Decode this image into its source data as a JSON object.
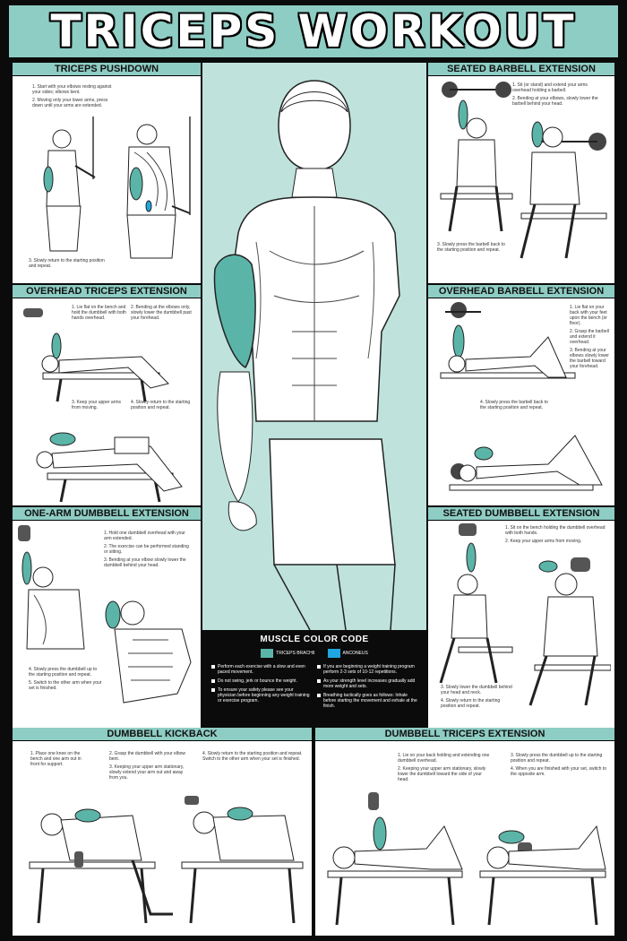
{
  "title": "TRICEPS WORKOUT",
  "colors": {
    "accent": "#8ecdc4",
    "triceps": "#5bb4a8",
    "anconeus": "#1fa6e0",
    "background": "#0b0b0b"
  },
  "panels": {
    "pushdown": {
      "title": "TRICEPS PUSHDOWN",
      "steps": [
        "1. Start with your elbows resting against your sides; elbows bent.",
        "2. Moving only your lower arms, press down until your arms are extended.",
        "3. Slowly return to the starting position and repeat."
      ]
    },
    "seated_barbell": {
      "title": "SEATED BARBELL EXTENSION",
      "steps": [
        "1. Sit (or stand) and extend your arms overhead holding a barbell.",
        "2. Bending at your elbows, slowly lower the barbell behind your head.",
        "3. Slowly press the barbell back to the starting position and repeat."
      ]
    },
    "overhead_triceps": {
      "title": "OVERHEAD TRICEPS EXTENSION",
      "steps": [
        "1. Lie flat on the bench and hold the dumbbell with both hands overhead.",
        "2. Bending at the elbows only, slowly lower the dumbbell past your forehead.",
        "3. Keep your upper arms from moving.",
        "4. Slowly return to the starting position and repeat."
      ]
    },
    "overhead_barbell": {
      "title": "OVERHEAD BARBELL EXTENSION",
      "steps": [
        "1. Lie flat on your back with your feet upon the bench (or floor).",
        "2. Grasp the barbell and extend it overhead.",
        "3. Bending at your elbows slowly lower the barbell toward your forehead.",
        "4. Slowly press the barbell back to the starting position and repeat."
      ]
    },
    "one_arm": {
      "title": "ONE-ARM DUMBBELL EXTENSION",
      "steps": [
        "1. Hold one dumbbell overhead with your arm extended.",
        "2. The exercise can be performed standing or sitting.",
        "3. Bending at your elbow slowly lower the dumbbell behind your head.",
        "4. Slowly press the dumbbell up to the starting position and repeat.",
        "5. Switch to the other arm when your set is finished."
      ]
    },
    "seated_dumbbell": {
      "title": "SEATED DUMBBELL EXTENSION",
      "steps": [
        "1. Sit on the bench holding the dumbbell overhead with both hands.",
        "2. Keep your upper arms from moving.",
        "3. Slowly lower the dumbbell behind your head and neck.",
        "4. Slowly return to the starting position and repeat."
      ]
    },
    "kickback": {
      "title": "DUMBBELL KICKBACK",
      "steps": [
        "1. Place one knee on the bench and one arm out in front for support.",
        "2. Grasp the dumbbell with your elbow bent.",
        "3. Keeping your upper arm stationary, slowly extend your arm out and away from you.",
        "4. Slowly return to the starting position and repeat. Switch to the other arm when your set is finished."
      ]
    },
    "dumbbell_triceps": {
      "title": "DUMBBELL TRICEPS EXTENSION",
      "steps": [
        "1. Lie on your back holding and extending one dumbbell overhead.",
        "2. Keeping your upper arm stationary, slowly lower the dumbbell toward the side of your head.",
        "3. Slowly press the dumbbell up to the starting position and repeat.",
        "4. When you are finished with your set, switch to the opposite arm."
      ]
    }
  },
  "legend": {
    "title": "MUSCLE COLOR CODE",
    "items": [
      {
        "label": "TRICEPS BRACHII",
        "color": "#5bb4a8"
      },
      {
        "label": "ANCONEUS",
        "color": "#1fa6e0"
      }
    ],
    "tips_left": [
      "Perform each exercise with a slow and even paced movement.",
      "Do not swing, jerk or bounce the weight.",
      "To ensure your safety please see your physician before beginning any weight training or exercise program."
    ],
    "tips_right": [
      "If you are beginning a weight training program perform 2-3 sets of 10-12 repetitions.",
      "As your strength level increases gradually add more weight and sets.",
      "Breathing tactically goes as follows: Inhale before starting the movement and exhale at the finish."
    ]
  }
}
